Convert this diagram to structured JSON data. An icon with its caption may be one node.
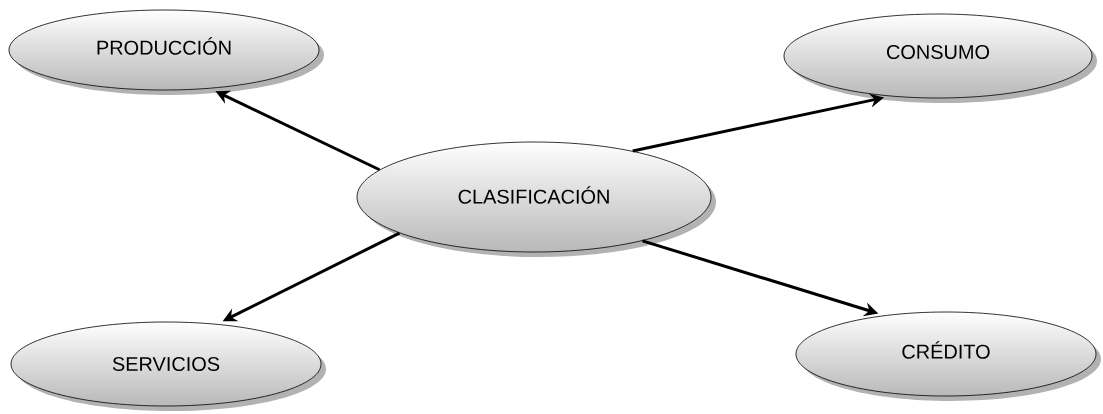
{
  "diagram": {
    "nodes": [
      {
        "text": [
          "PRODUCCIÓN"
        ]
      },
      {
        "text": [
          "CONSUMO"
        ]
      },
      {
        "text": [
          "CLASIFICACIÓN"
        ]
      },
      {
        "text": [
          "SERVICIOS"
        ]
      },
      {
        "text": [
          "CRÉDITO"
        ]
      }
    ],
    "edges": [
      {
        "from": 2,
        "to": 0,
        "arrow": "to"
      },
      {
        "from": 2,
        "to": 1,
        "arrow": "to"
      },
      {
        "from": 2,
        "to": 3,
        "arrow": "to"
      },
      {
        "from": 2,
        "to": 4,
        "arrow": "to"
      }
    ]
  }
}
